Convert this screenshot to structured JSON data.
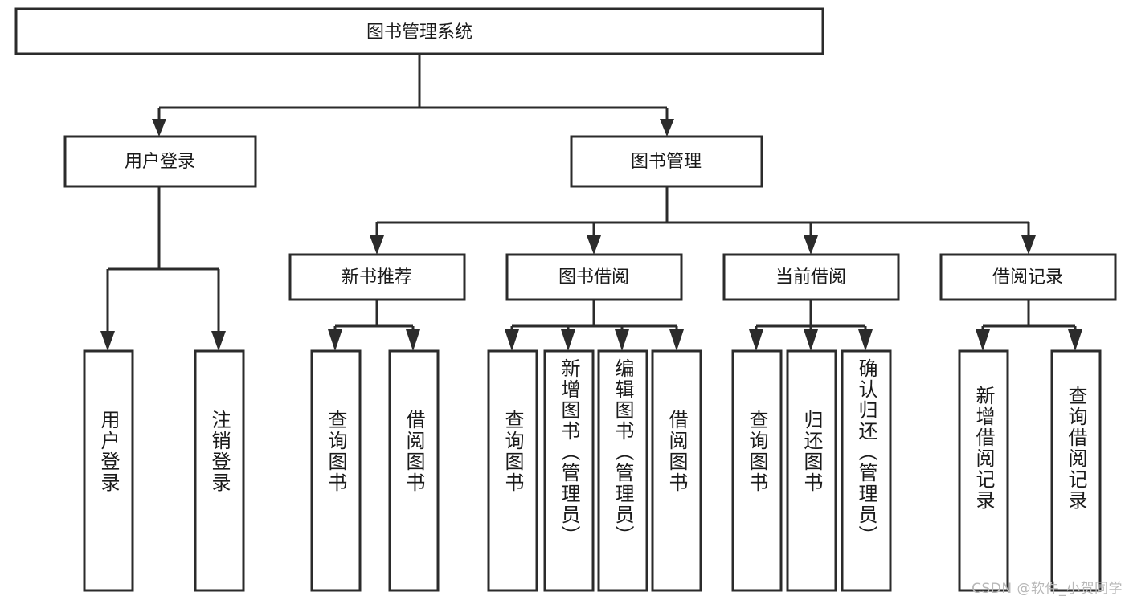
{
  "diagram": {
    "type": "tree-hierarchy-chart",
    "title": "图书管理系统",
    "watermark": "CSDN @软件_小贺同学",
    "colors": {
      "box_stroke": "#2b2b2b",
      "box_fill": "#ffffff",
      "text": "#1a1a1a",
      "background": "#ffffff",
      "watermark": "#b8b8b8"
    },
    "levels": {
      "level1": [
        {
          "id": "root",
          "label": "图书管理系统"
        }
      ],
      "level2": [
        {
          "id": "user-login",
          "label": "用户登录",
          "parent": "root"
        },
        {
          "id": "book-manage",
          "label": "图书管理",
          "parent": "root"
        }
      ],
      "level3": [
        {
          "id": "new-book-recommend",
          "label": "新书推荐",
          "parent": "book-manage"
        },
        {
          "id": "book-borrow",
          "label": "图书借阅",
          "parent": "book-manage"
        },
        {
          "id": "current-borrow",
          "label": "当前借阅",
          "parent": "book-manage"
        },
        {
          "id": "borrow-record",
          "label": "借阅记录",
          "parent": "book-manage"
        }
      ],
      "leaves": [
        {
          "id": "leaf-user-login",
          "label": "用户登录",
          "parent": "user-login"
        },
        {
          "id": "leaf-logout-login",
          "label": "注销登录",
          "parent": "user-login"
        },
        {
          "id": "leaf-query-book-1",
          "label": "查询图书",
          "parent": "new-book-recommend"
        },
        {
          "id": "leaf-borrow-book-1",
          "label": "借阅图书",
          "parent": "new-book-recommend"
        },
        {
          "id": "leaf-query-book-2",
          "label": "查询图书",
          "parent": "book-borrow"
        },
        {
          "id": "leaf-add-book",
          "label": "新增图书（管理员）",
          "parent": "book-borrow"
        },
        {
          "id": "leaf-edit-book",
          "label": "编辑图书（管理员）",
          "parent": "book-borrow"
        },
        {
          "id": "leaf-borrow-book-2",
          "label": "借阅图书",
          "parent": "book-borrow"
        },
        {
          "id": "leaf-query-book-3",
          "label": "查询图书",
          "parent": "current-borrow"
        },
        {
          "id": "leaf-return-book",
          "label": "归还图书",
          "parent": "current-borrow"
        },
        {
          "id": "leaf-confirm-return",
          "label": "确认归还（管理员）",
          "parent": "current-borrow"
        },
        {
          "id": "leaf-add-record",
          "label": "新增借阅记录",
          "parent": "borrow-record"
        },
        {
          "id": "leaf-query-record",
          "label": "查询借阅记录",
          "parent": "borrow-record"
        }
      ]
    }
  }
}
